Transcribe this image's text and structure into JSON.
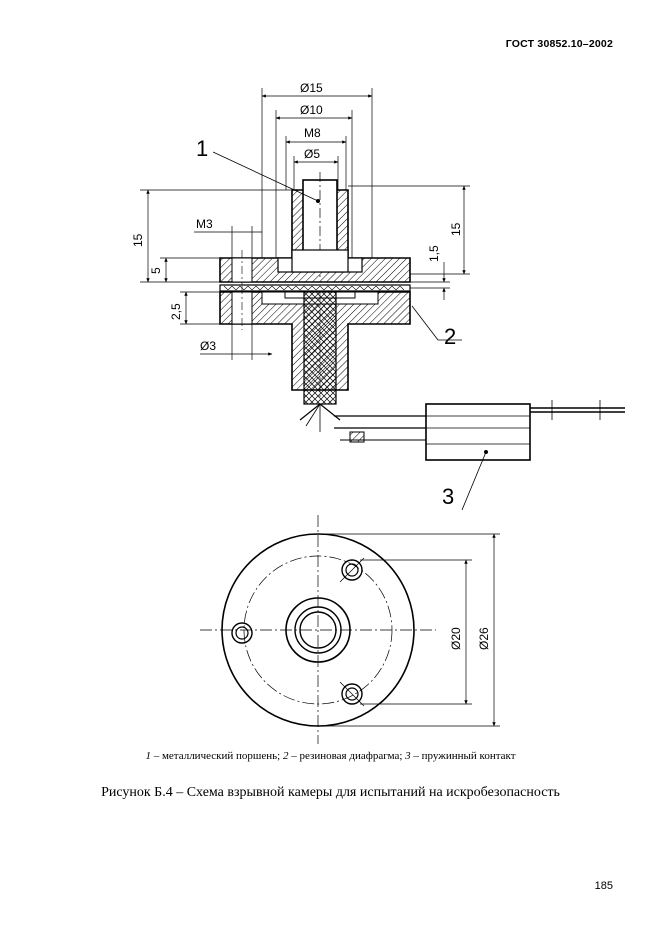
{
  "header": {
    "standard": "ГОСТ 30852.10–2002"
  },
  "drawing": {
    "callouts": [
      "1",
      "2",
      "3"
    ],
    "dimensions": {
      "d15": "Ø15",
      "d10": "Ø10",
      "m8": "M8",
      "d5": "Ø5",
      "m3": "M3",
      "d3": "Ø3",
      "h15_left": "15",
      "h15_right": "15",
      "h5": "5",
      "h1_5": "1,5",
      "h2_5": "2,5",
      "d20": "Ø20",
      "d26": "Ø26"
    }
  },
  "legend": {
    "items": [
      {
        "num": "1",
        "text": " – металлический поршень; "
      },
      {
        "num": "2",
        "text": " – резиновая диафрагма; "
      },
      {
        "num": "3",
        "text": " – пружинный контакт"
      }
    ]
  },
  "caption": "Рисунок Б.4 – Схема взрывной камеры для испытаний на искробезопасность",
  "page_number": "185"
}
